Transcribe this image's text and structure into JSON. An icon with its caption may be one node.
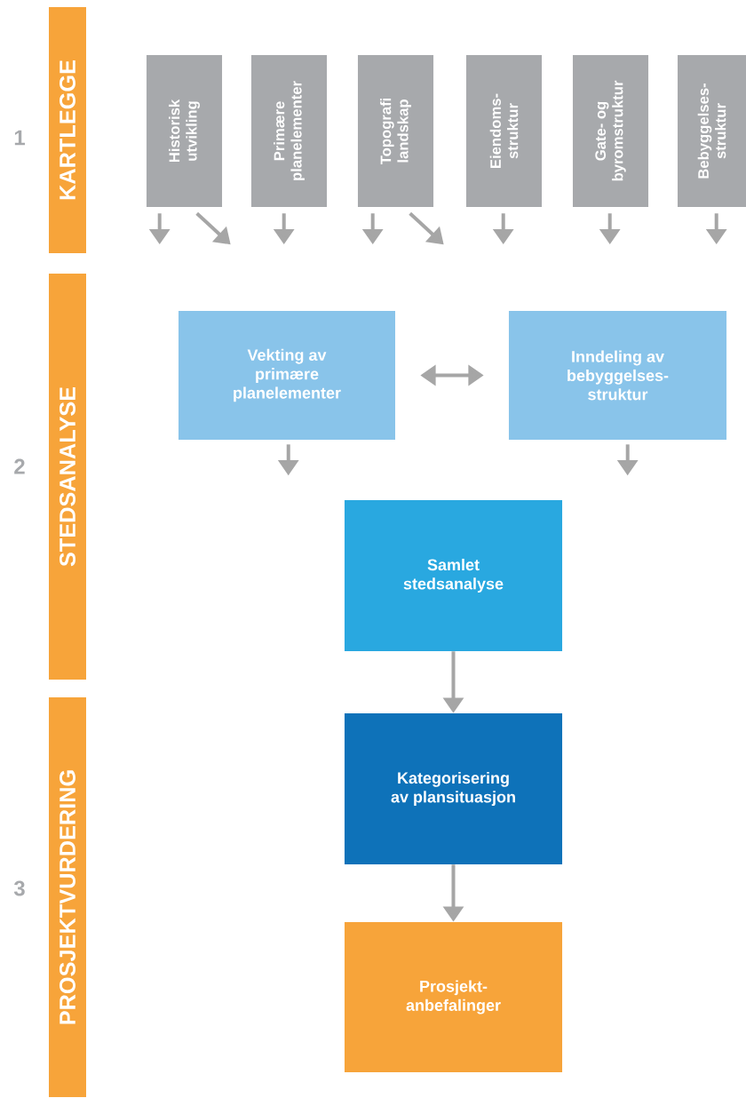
{
  "diagram": {
    "nodes": [
      {
        "text": [
          "KARTLEGGE"
        ],
        "beside": [
          "1"
        ]
      },
      {
        "text": [
          "Historisk utvikling"
        ]
      },
      {
        "text": [
          "Primære planelementer"
        ]
      },
      {
        "text": [
          "Topografi landskap"
        ]
      },
      {
        "text": [
          "Eiendoms- struktur"
        ]
      },
      {
        "text": [
          "Gate- og byromstruktur"
        ]
      },
      {
        "text": [
          "Bebyggelses- struktur"
        ]
      },
      {
        "text": [
          "STEDSANALYSE"
        ],
        "beside": [
          "2"
        ]
      },
      {
        "text": [
          "Vekting av primære planelementer"
        ]
      },
      {
        "text": [
          "Inndeling av bebyggelses- struktur"
        ]
      },
      {
        "text": [
          "Samlet stedsanalyse"
        ]
      },
      {
        "text": [
          "PROSJEKTVURDERING"
        ],
        "beside": [
          "3"
        ]
      },
      {
        "text": [
          "Kategorisering av plansituasjon"
        ]
      },
      {
        "text": [
          "Prosjekt- anbefalinger"
        ]
      }
    ],
    "edges": [
      {
        "from": 1,
        "to": null,
        "arrow": "to"
      },
      {
        "from": 1,
        "to": null,
        "arrow": "to"
      },
      {
        "from": 2,
        "to": null,
        "arrow": "to"
      },
      {
        "from": 3,
        "to": null,
        "arrow": "to"
      },
      {
        "from": 3,
        "to": null,
        "arrow": "to"
      },
      {
        "from": 4,
        "to": null,
        "arrow": "to"
      },
      {
        "from": 5,
        "to": null,
        "arrow": "to"
      },
      {
        "from": 6,
        "to": null,
        "arrow": "to"
      },
      {
        "from": 8,
        "to": 9,
        "arrow": "both"
      },
      {
        "from": 8,
        "to": null,
        "arrow": "to"
      },
      {
        "from": 9,
        "to": null,
        "arrow": "to"
      },
      {
        "from": 10,
        "to": 12,
        "arrow": "to"
      },
      {
        "from": 12,
        "to": 13,
        "arrow": "to"
      }
    ]
  }
}
